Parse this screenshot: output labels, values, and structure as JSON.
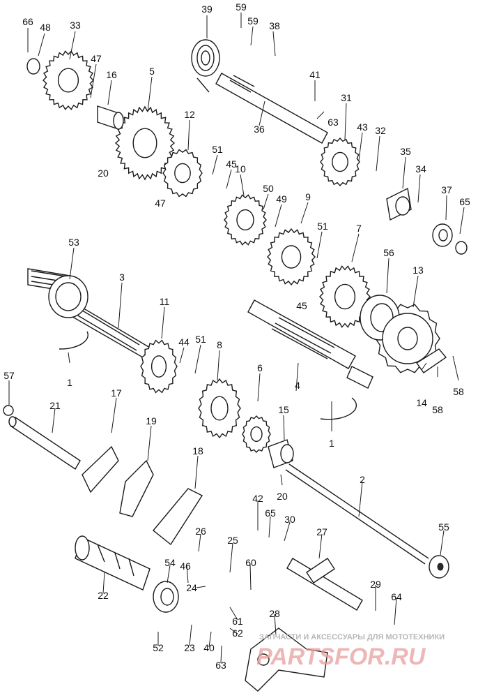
{
  "labels": {
    "l66": "66",
    "l48": "48",
    "l33": "33",
    "l47a": "47",
    "l16": "16",
    "l5": "5",
    "l20a": "20",
    "l47b": "47",
    "l39": "39",
    "l59a": "59",
    "l59b": "59",
    "l38": "38",
    "l41": "41",
    "l63a": "63",
    "l36": "36",
    "l31": "31",
    "l43": "43",
    "l32": "32",
    "l35": "35",
    "l34": "34",
    "l37": "37",
    "l65a": "65",
    "l12": "12",
    "l51a": "51",
    "l45a": "45",
    "l10": "10",
    "l50": "50",
    "l49": "49",
    "l9": "9",
    "l51b": "51",
    "l45b": "45",
    "l7": "7",
    "l56": "56",
    "l13": "13",
    "l53": "53",
    "l3": "3",
    "l11": "11",
    "l44": "44",
    "l51c": "51",
    "l8": "8",
    "l1a": "1",
    "l4": "4",
    "l6": "6",
    "l15": "15",
    "l14": "14",
    "l58a": "58",
    "l58b": "58",
    "l1b": "1",
    "l57": "57",
    "l21": "21",
    "l17": "17",
    "l19": "19",
    "l18": "18",
    "l20b": "20",
    "l2": "2",
    "l42": "42",
    "l65b": "65",
    "l30": "30",
    "l27": "27",
    "l55": "55",
    "l26": "26",
    "l25": "25",
    "l54": "54",
    "l46": "46",
    "l60": "60",
    "l24": "24",
    "l22": "22",
    "l61": "61",
    "l62": "62",
    "l28": "28",
    "l29": "29",
    "l64": "64",
    "l52": "52",
    "l23": "23",
    "l40": "40",
    "l63b": "63"
  },
  "watermark": {
    "caption": "ЗАПЧАСТИ И АКСЕССУАРЫ ДЛЯ МОТОТЕХНИКИ",
    "brand": "PARTSFOR.RU"
  }
}
